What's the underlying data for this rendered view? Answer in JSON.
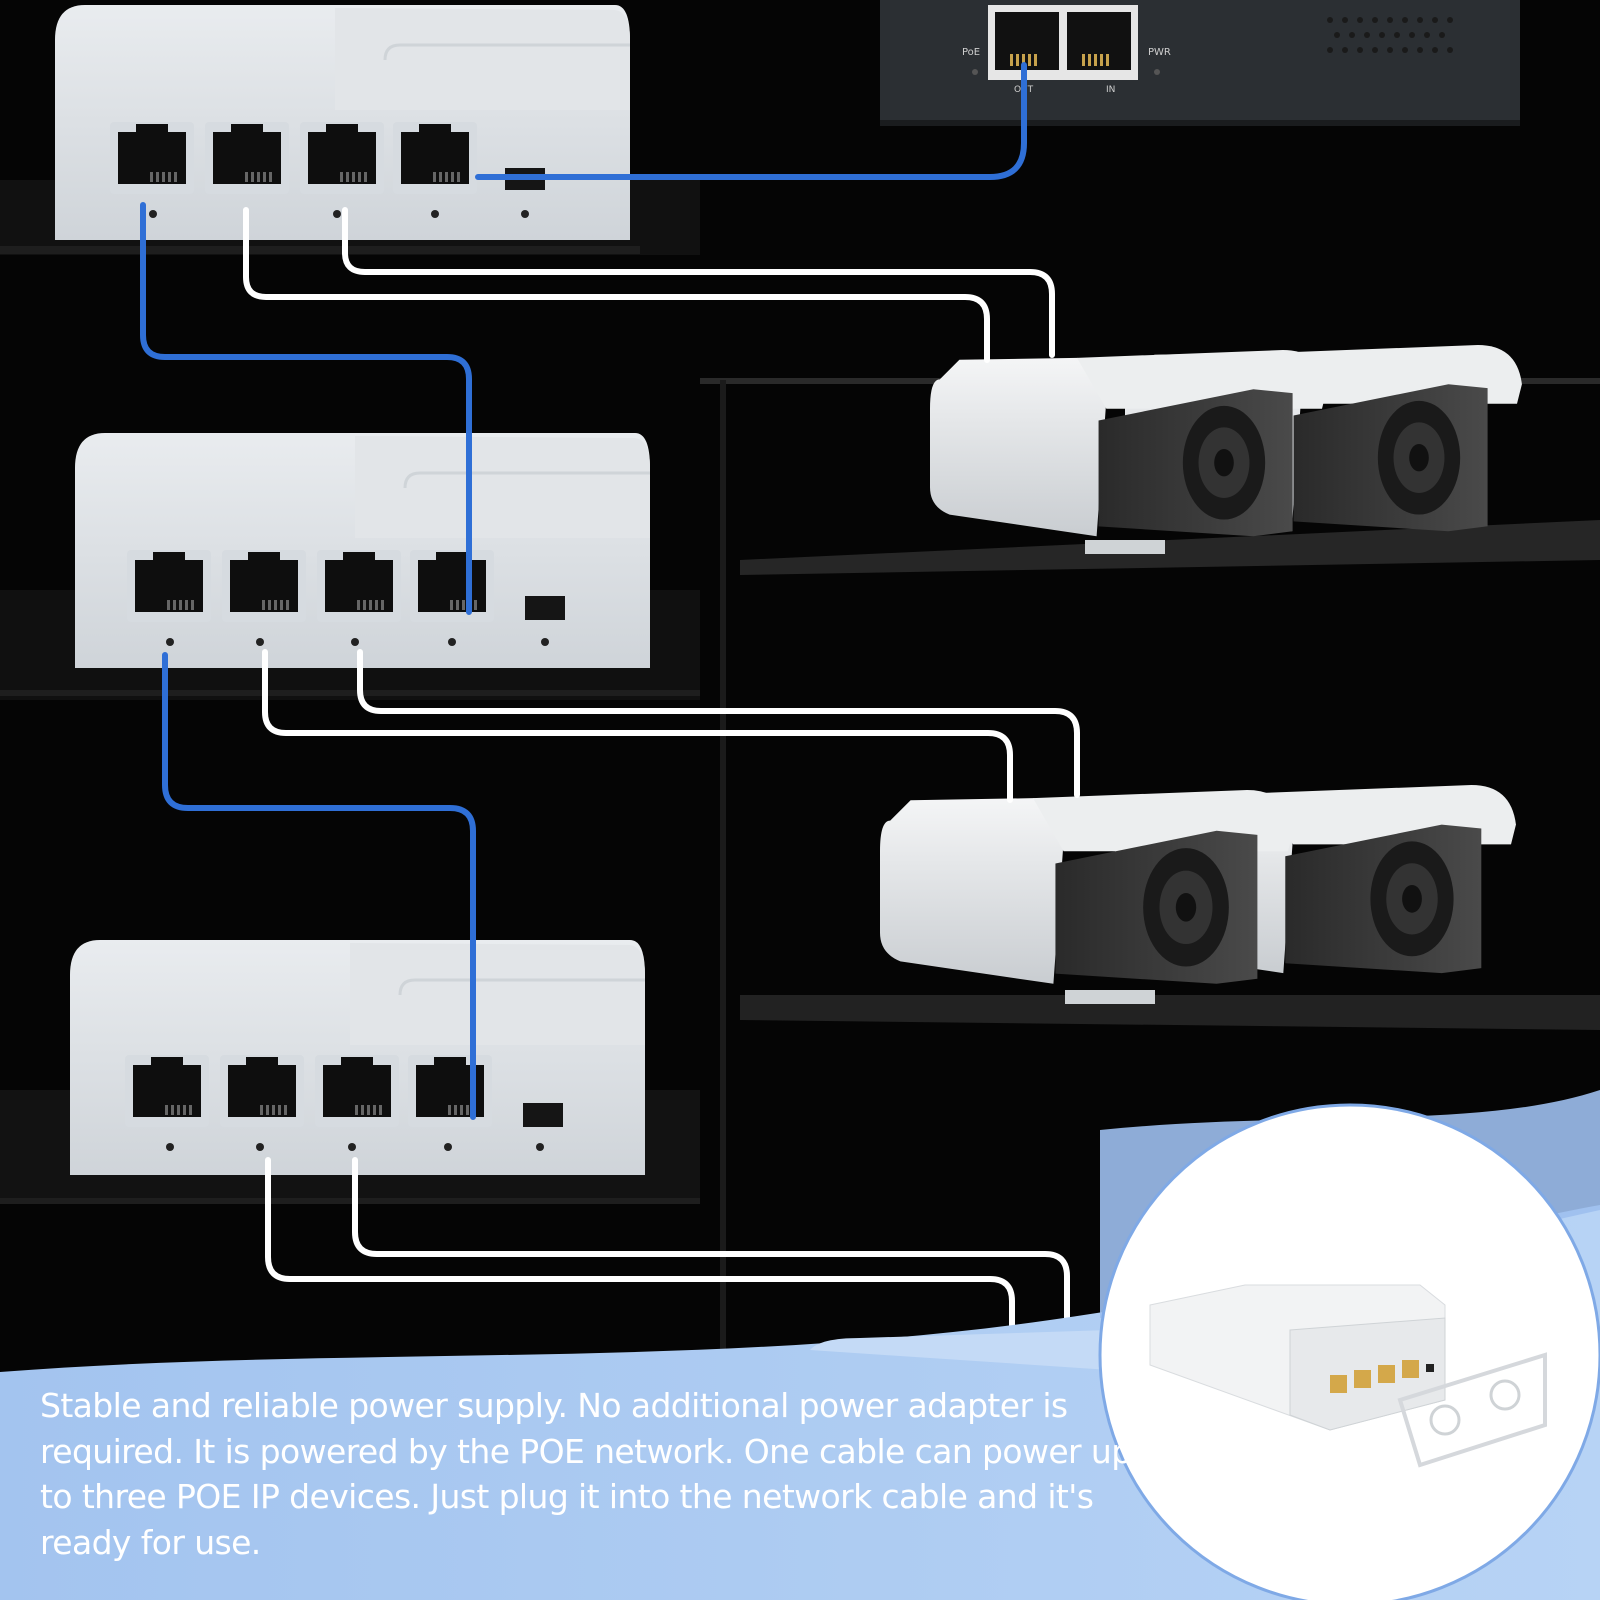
{
  "injector": {
    "label_poe": "PoE",
    "label_pwr": "PWR",
    "label_out": "OUT",
    "label_in": "IN"
  },
  "caption": {
    "text": "Stable and reliable power supply. No additional power adapter is required. It is powered by the POE network. One cable can power up to three POE IP devices. Just plug it into the network cable and it's ready for use."
  },
  "colors": {
    "background": "#050505",
    "switch_body": "#dfe3e7",
    "uplink_cable": "#2f6fd6",
    "device_cable": "#ffffff",
    "banner": "#a7c8f0",
    "caption_text": "#ffffff",
    "rj45_gold": "#d4a84a"
  },
  "icons": {
    "switch": "poe-extender-switch",
    "camera": "bullet-camera",
    "injector": "poe-injector"
  }
}
